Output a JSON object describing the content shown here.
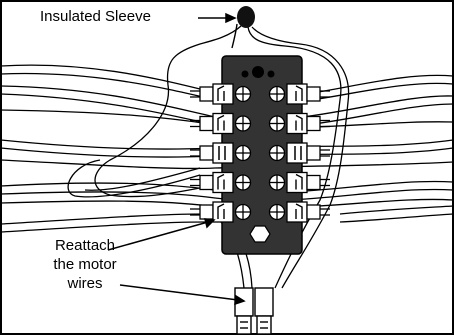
{
  "labels": {
    "insulated_sleeve": "Insulated Sleeve",
    "reattach": [
      "Reattach",
      "the motor",
      "wires"
    ]
  },
  "terminal_block": {
    "rows": 5,
    "left_connectors": [
      "flag",
      "flag",
      "straight",
      "flag",
      "flag"
    ],
    "right_connectors": [
      "flag",
      "flag",
      "straight",
      "flag",
      "flag"
    ]
  },
  "colors": {
    "line": "#000000",
    "block": "#333333",
    "screw": "#ffffff",
    "background": "#ffffff"
  }
}
